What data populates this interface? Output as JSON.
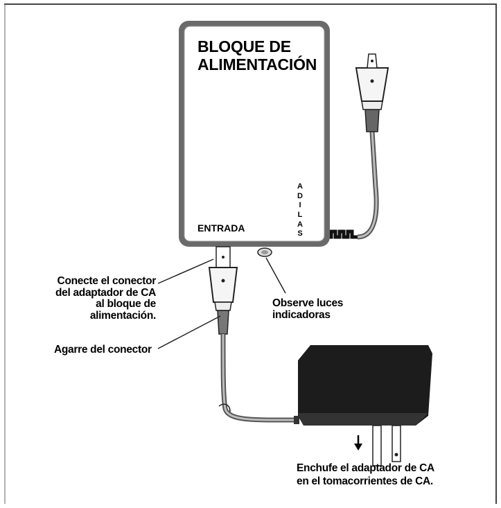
{
  "power_block": {
    "title_line1": "BLOQUE DE",
    "title_line2": "ALIMENTACIÓN",
    "input_label": "ENTRADA",
    "output_letters": [
      "A",
      "D",
      "I",
      "L",
      "A",
      "S"
    ]
  },
  "callouts": {
    "connect": {
      "line1": "Conecte el conector",
      "line2": "del adaptador de CA",
      "line3": "al bloque de",
      "line4": "alimentación."
    },
    "grip": "Agarre del conector",
    "observe": {
      "line1": "Observe luces",
      "line2": "indicadoras"
    },
    "plug": {
      "line1": "Enchufe el adaptador de CA",
      "line2": "en el tomacorrientes de CA."
    }
  }
}
